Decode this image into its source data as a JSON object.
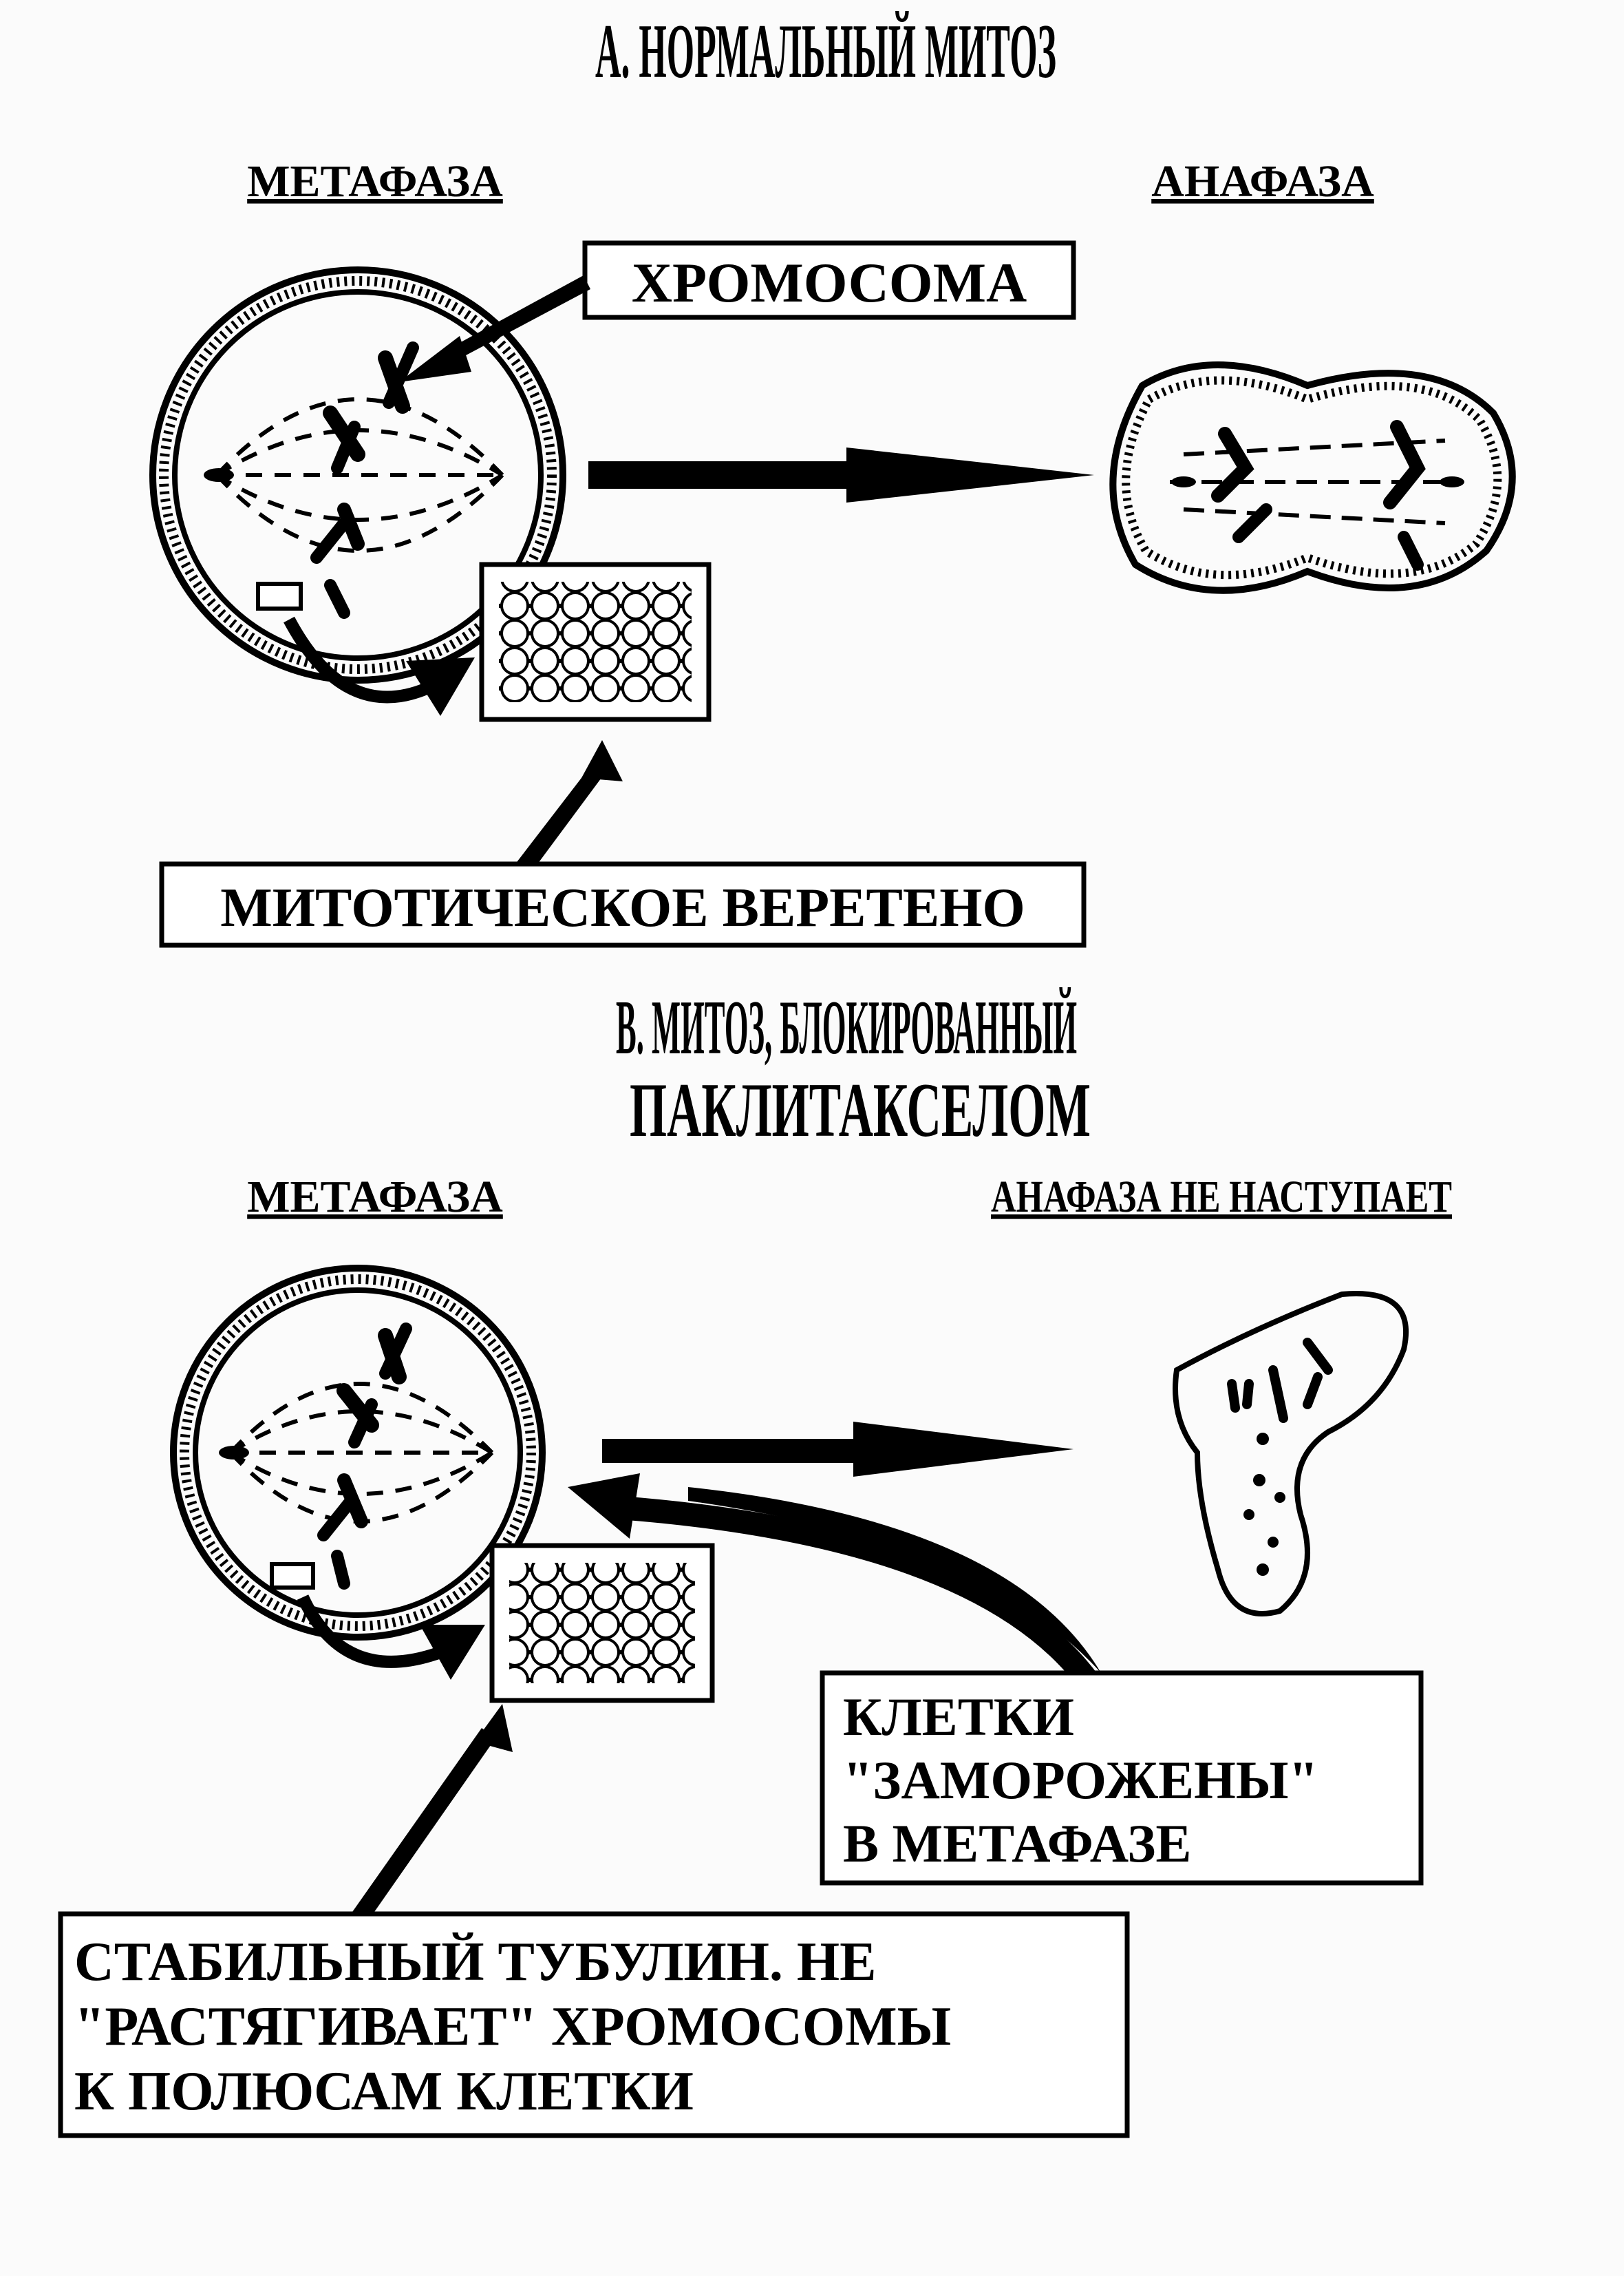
{
  "section_a": {
    "title": "А.  НОРМАЛЬНЫЙ МИТОЗ",
    "stage_left": "МЕТАФАЗА",
    "stage_right": "АНАФАЗА",
    "callout_chromosome": "ХРОМОСОМА",
    "callout_spindle": "МИТОТИЧЕСКОЕ  ВЕРЕТЕНО"
  },
  "section_b": {
    "title_line1": "В.  МИТОЗ, БЛОКИРОВАННЫЙ",
    "title_line2": "ПАКЛИТАКСЕЛОМ",
    "stage_left": "МЕТАФАЗА",
    "stage_right": "АНАФАЗА НЕ НАСТУПАЕТ",
    "callout_frozen": [
      "КЛЕТКИ",
      "\"ЗАМОРОЖЕНЫ\"",
      "В МЕТАФАЗЕ"
    ],
    "callout_tubulin": [
      "СТАБИЛЬНЫЙ ТУБУЛИН. НЕ",
      "\"РАСТЯГИВАЕТ\" ХРОМОСОМЫ",
      "К ПОЛЮСАМ КЛЕТКИ"
    ]
  },
  "icons": [
    "cell-membrane-icon",
    "chromosome-icon",
    "microtubule-lattice-icon",
    "arrow-icon"
  ]
}
